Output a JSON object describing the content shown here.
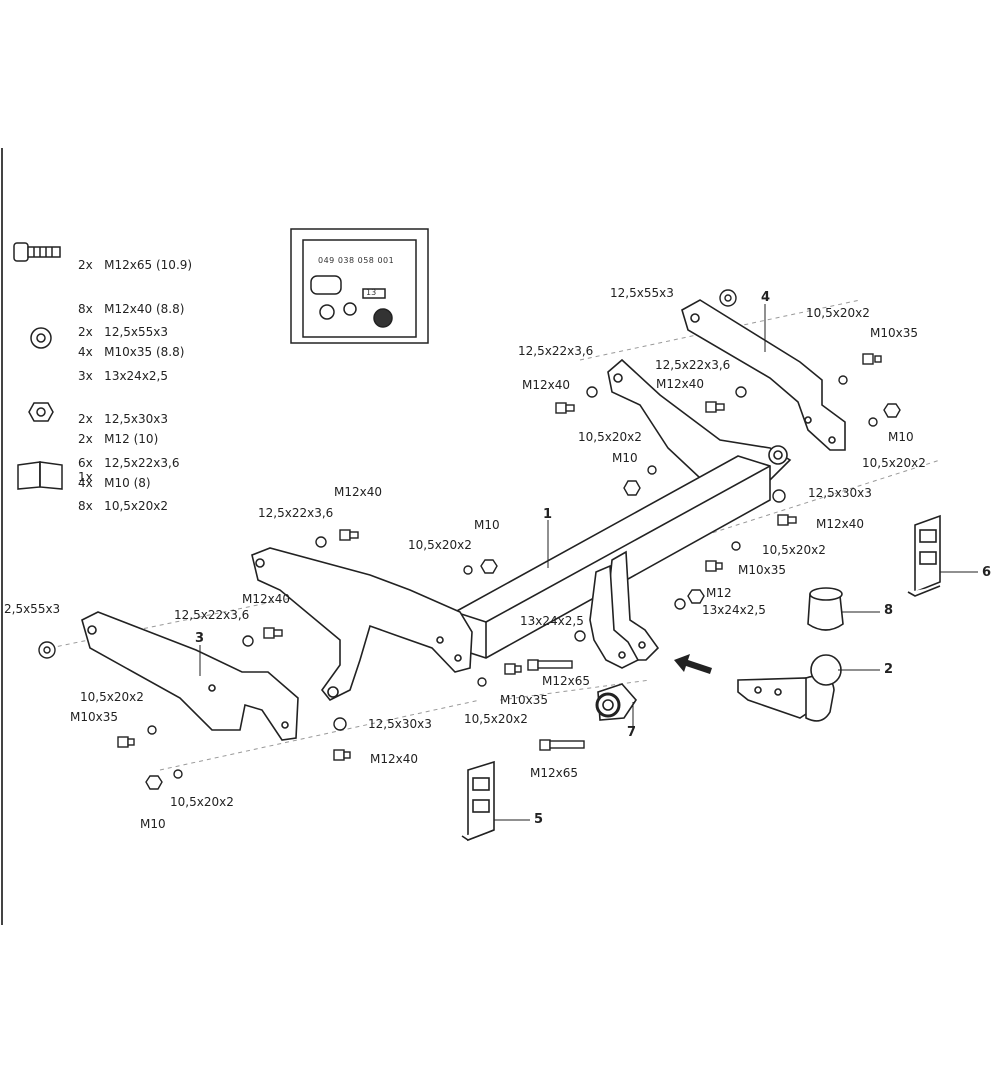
{
  "legend": {
    "bolts": [
      "2x   M12x65 (10.9)",
      "8x   M12x40 (8.8)",
      "4x   M10x35 (8.8)"
    ],
    "washers": [
      "2x   12,5x55x3",
      "3x   13x24x2,5",
      "2x   12,5x30x3",
      "6x   12,5x22x3,6",
      "8x   10,5x20x2"
    ],
    "nuts": [
      "2x   M12 (10)",
      "4x   M10 (8)"
    ],
    "manual": "1x"
  },
  "plate": {
    "code": "049 038 058 001",
    "label": "13"
  },
  "labels": {
    "w_55_right": "12,5x55x3",
    "w_22_a": "12,5x22x3,6",
    "w_22_b": "12,5x22x3,6",
    "w_22_c": "12,5x22x3,6",
    "w_22_d": "12,5x22x3,6",
    "m1240_a": "M12x40",
    "m1240_b": "M12x40",
    "m1240_c": "M12x40",
    "m1240_d": "M12x40",
    "m1240_e": "M12x40",
    "m1240_f": "M12x40",
    "w_1020_a": "10,5x20x2",
    "w_1020_b": "10,5x20x2",
    "w_1020_c": "10,5x20x2",
    "w_1020_d": "10,5x20x2",
    "w_1020_e": "10,5x20x2",
    "w_1020_f": "10,5x20x2",
    "w_1020_g": "10,5x20x2",
    "w_1020_h": "10,5x20x2",
    "m1035_a": "M10x35",
    "m1035_b": "M10x35",
    "m1035_c": "M10x35",
    "m1035_d": "M10x35",
    "m10_a": "M10",
    "m10_b": "M10",
    "m10_c": "M10",
    "m10_d": "M10",
    "w_30_a": "12,5x30x3",
    "w_30_b": "12,5x30x3",
    "w_13_a": "13x24x2,5",
    "w_13_b": "13x24x2,5",
    "m12": "M12",
    "m1265_a": "M12x65",
    "m1265_b": "M12x65",
    "w_55_left": "2,5x55x3"
  },
  "parts": {
    "p1": "1",
    "p2": "2",
    "p3": "3",
    "p4": "4",
    "p5": "5",
    "p6": "6",
    "p7": "7",
    "p8": "8"
  },
  "icons": [
    "bolt-icon",
    "washer-icon",
    "nut-icon",
    "manual-book-icon"
  ]
}
